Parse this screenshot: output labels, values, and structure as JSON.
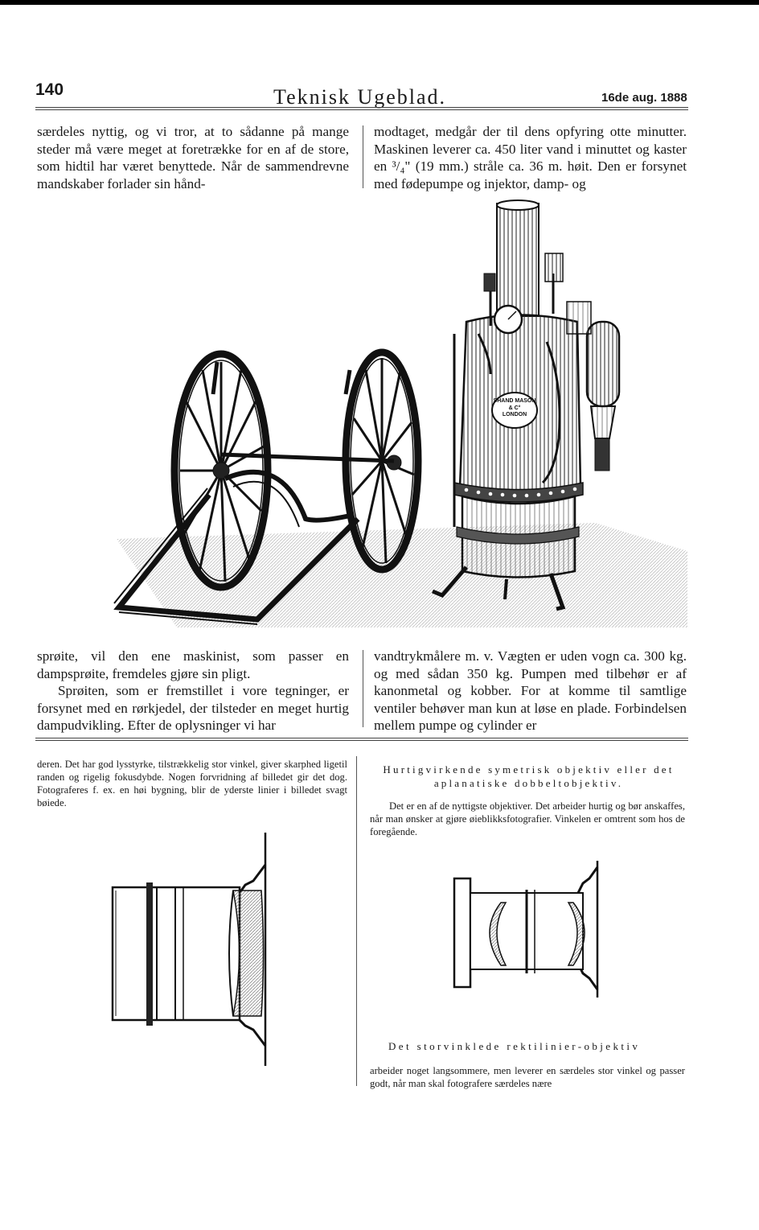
{
  "header": {
    "page_number": "140",
    "journal_title": "Teknisk Ugeblad.",
    "date": "16de aug. 1888"
  },
  "top_text": {
    "left": "særdeles nyttig, og vi tror, at to sådanne på mange steder må være meget at foretrække for en af de store, som hidtil har været benyttede. Når de sammendrevne mandskaber forlader sin hånd-",
    "right": "modtaget, medgår der til dens opfyring otte minutter. Maskinen leverer ca. 450 liter vand i minuttet og kaster en ³/₄\" (19 mm.) stråle ca. 36 m. høit. Den er forsynet med fødepumpe og injektor, damp- og"
  },
  "illustration": {
    "boiler_plate_lines": [
      "SHAND MASON",
      "& C°",
      "LONDON"
    ]
  },
  "middle_text": {
    "left_p1": "sprøite, vil den ene maskinist, som passer en dampsprøite, fremdeles gjøre sin pligt.",
    "left_p2": "Sprøiten, som er fremstillet i vore tegninger, er forsynet med en rørkjedel, der tilsteder en meget hurtig dampudvikling. Efter de oplysninger vi har",
    "right": "vandtrykmålere m. v. Vægten er uden vogn ca. 300 kg. og med sådan 350 kg. Pumpen med tilbehør er af kanonmetal og kobber. For at komme til samtlige ventiler behøver man kun at løse en plade. Forbindelsen mellem pumpe og cylinder er"
  },
  "lower_left": {
    "text": "deren. Det har god lysstyrke, tilstrækkelig stor vinkel, giver skarphed ligetil randen og rigelig fokusdybde. Nogen forvridning af billedet gir det dog. Fotograferes f. ex. en høi bygning, blir de yderste linier i billedet svagt bøiede."
  },
  "lower_right": {
    "heading1_line1": "Hurtigvirkende symetrisk objektiv eller det",
    "heading1_line2": "aplanatiske dobbeltobjektiv.",
    "para1": "Det er en af de nyttigste objektiver. Det arbeider hurtig og bør anskaffes, når man ønsker at gjøre øieblikksfotografier. Vinkelen er omtrent som hos de foregående.",
    "heading2": "Det storvinklede rektilinier-objektiv",
    "para2": "arbeider noget langsommere, men leverer en særdeles stor vinkel og passer godt, når man skal fotografere særdeles nære"
  }
}
